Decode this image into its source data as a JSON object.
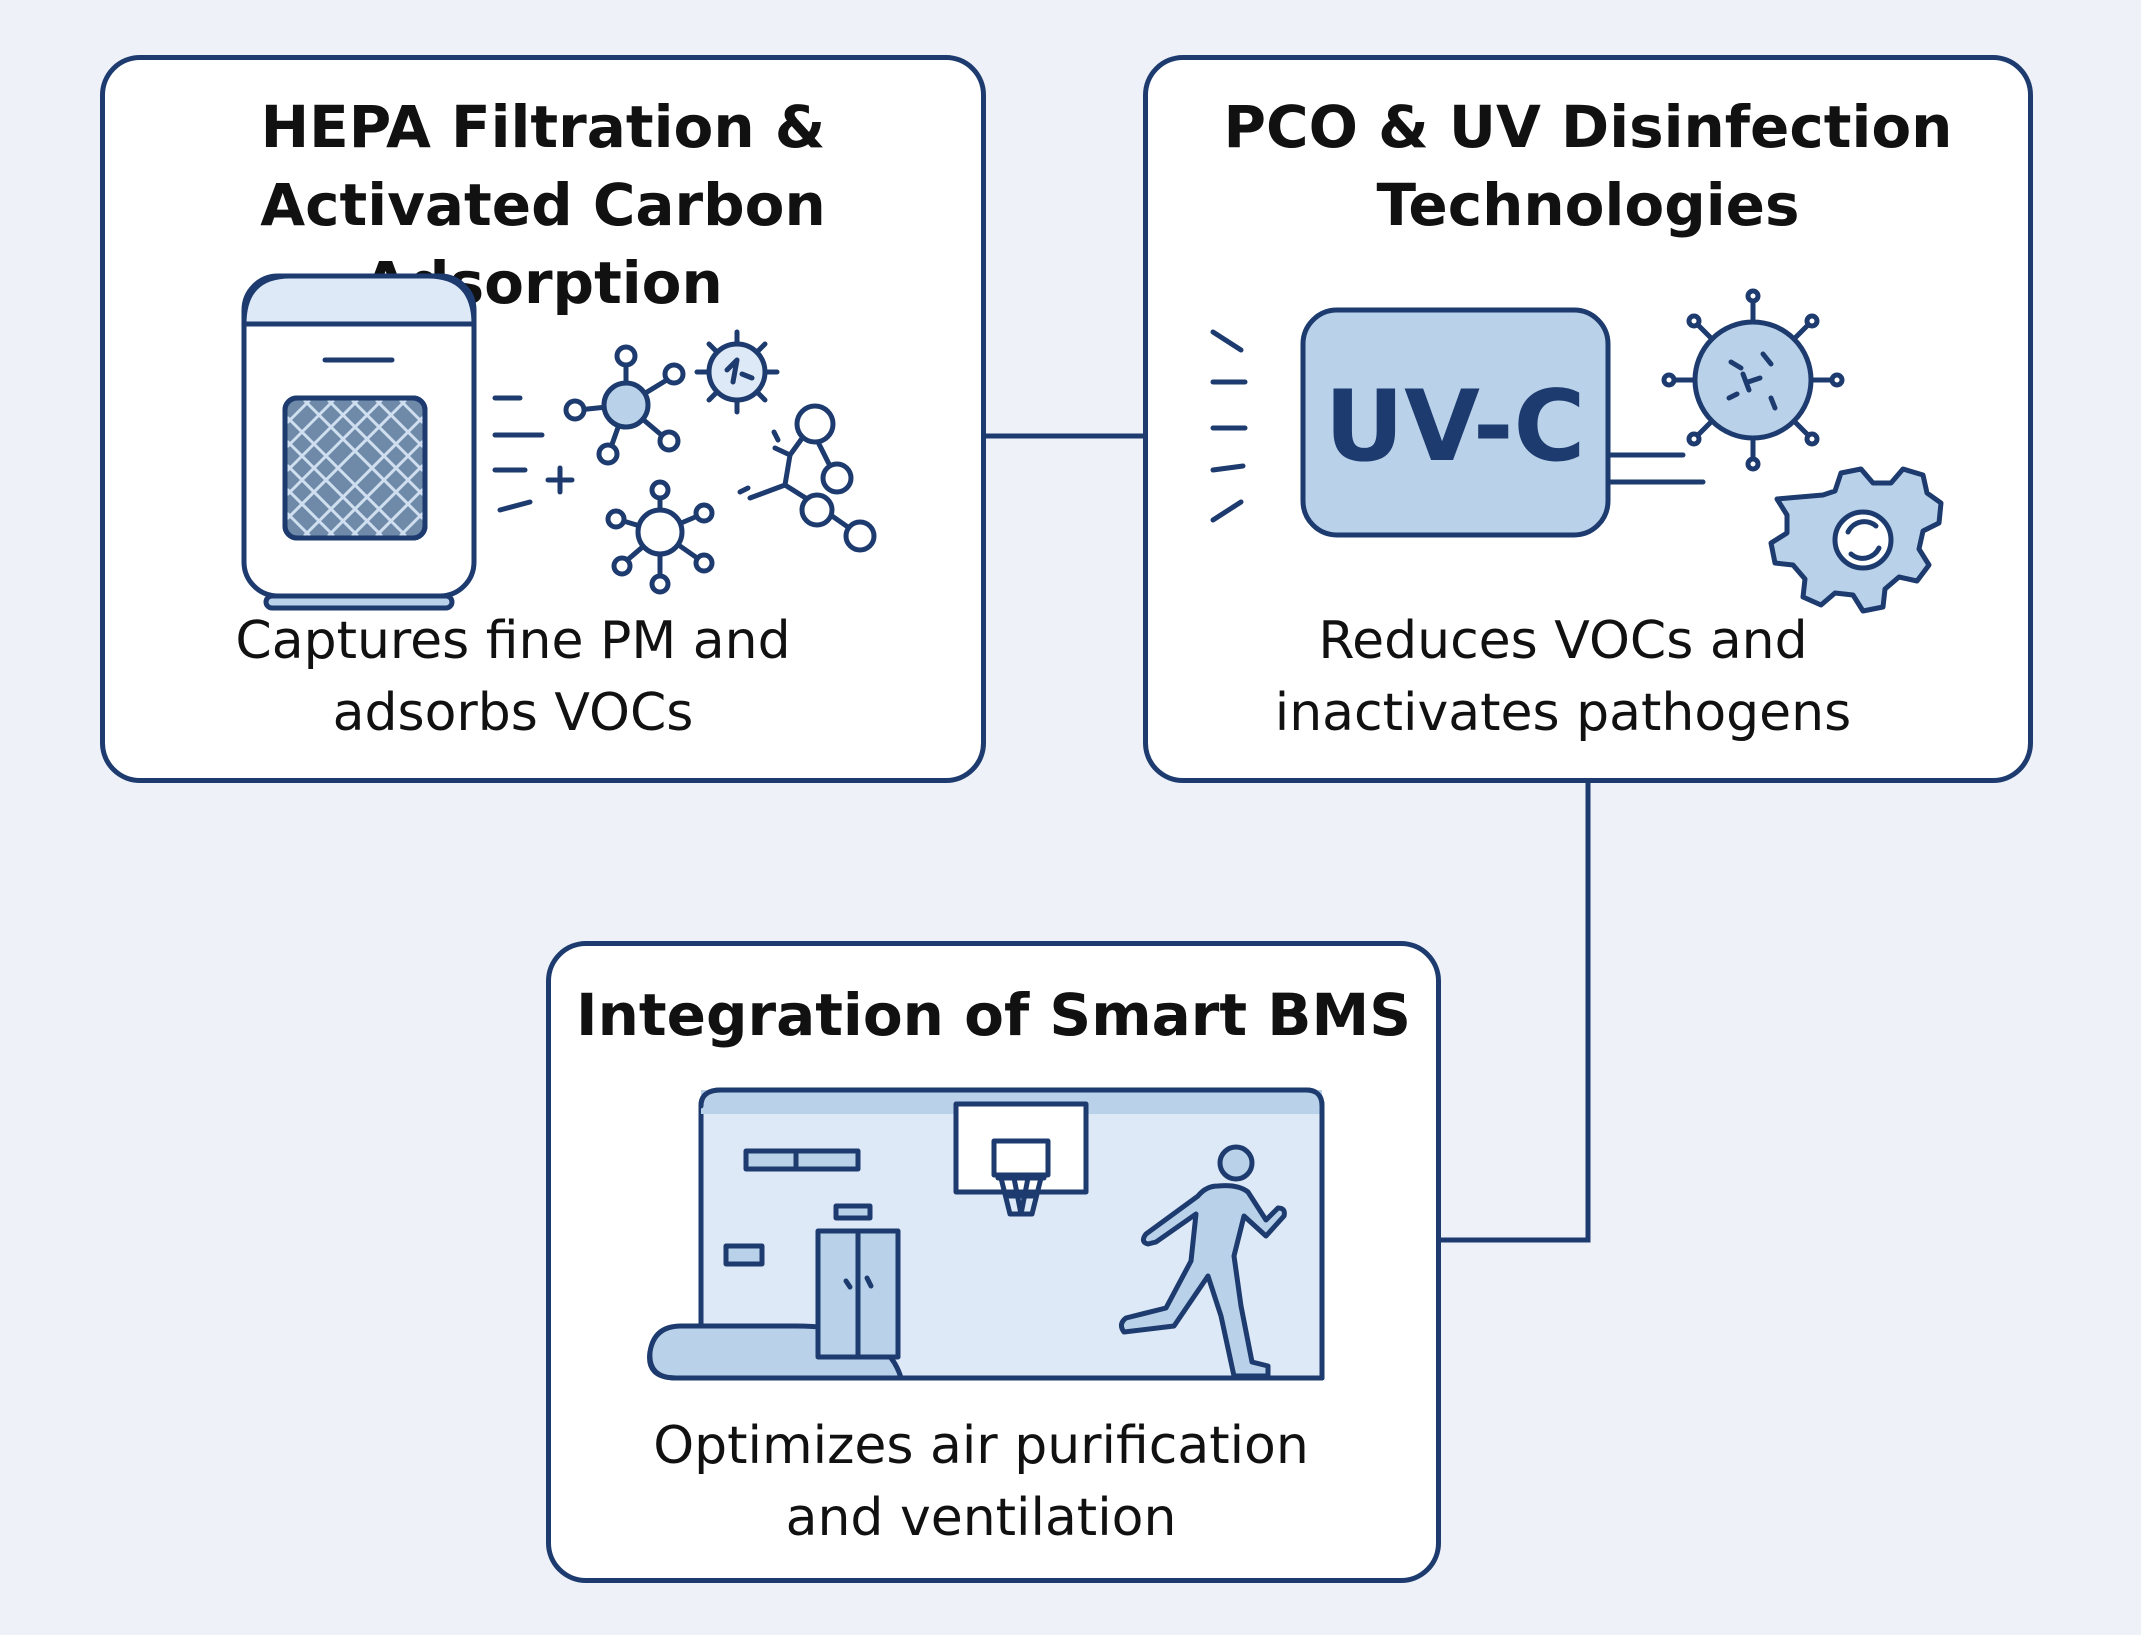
{
  "colors": {
    "stroke": "#1d3b6e",
    "fill_light": "#b9d2ea",
    "fill_pale": "#dde9f6",
    "background": "#eef2f8"
  },
  "cards": {
    "hepa": {
      "title_line1": "HEPA Filtration &",
      "title_line2": "Activated Carbon Adsorption",
      "desc_line1": "Captures fine PM and",
      "desc_line2": "adsorbs VOCs",
      "icons": [
        "air-purifier-icon",
        "molecule-icon",
        "virus-icon"
      ]
    },
    "uv": {
      "title_line1": "PCO & UV Disinfection",
      "title_line2": "Technologies",
      "uv_label": "UV-C",
      "desc_line1": "Reduces VOCs and",
      "desc_line2": "inactivates pathogens",
      "icons": [
        "uv-lamp-icon",
        "virus-icon",
        "gear-icon"
      ]
    },
    "bms": {
      "title": "Integration of Smart BMS",
      "desc_line1": "Optimizes air purification",
      "desc_line2": "and ventilation",
      "icons": [
        "gym-room-icon",
        "basketball-hoop-icon",
        "door-icon",
        "running-person-icon"
      ]
    }
  }
}
